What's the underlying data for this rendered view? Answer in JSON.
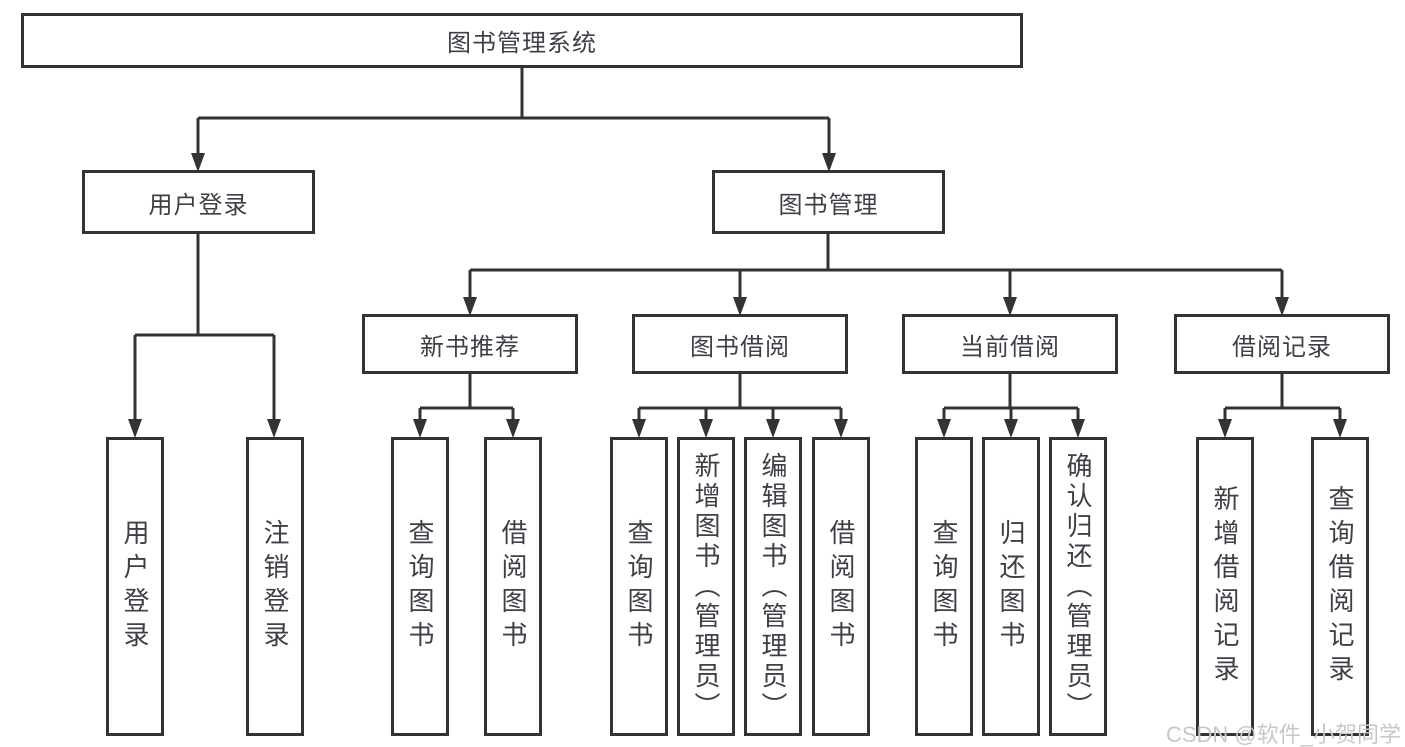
{
  "tree": {
    "label": "图书管理系统",
    "children": [
      {
        "label": "用户登录",
        "children": [
          {
            "label": "用户登录"
          },
          {
            "label": "注销登录"
          }
        ]
      },
      {
        "label": "图书管理",
        "children": [
          {
            "label": "新书推荐",
            "children": [
              {
                "label": "查询图书"
              },
              {
                "label": "借阅图书"
              }
            ]
          },
          {
            "label": "图书借阅",
            "children": [
              {
                "label": "查询图书"
              },
              {
                "label": "新增图书（管理员）"
              },
              {
                "label": "编辑图书（管理员）"
              },
              {
                "label": "借阅图书"
              }
            ]
          },
          {
            "label": "当前借阅",
            "children": [
              {
                "label": "查询图书"
              },
              {
                "label": "归还图书"
              },
              {
                "label": "确认归还（管理员）"
              }
            ]
          },
          {
            "label": "借阅记录",
            "children": [
              {
                "label": "新增借阅记录"
              },
              {
                "label": "查询借阅记录"
              }
            ]
          }
        ]
      }
    ]
  },
  "watermark": {
    "text": "CSDN @软件_小贺同学"
  },
  "colors": {
    "line": "#333333",
    "text": "#3d4147",
    "watermark": "#c8c8cc",
    "background": "#ffffff"
  }
}
